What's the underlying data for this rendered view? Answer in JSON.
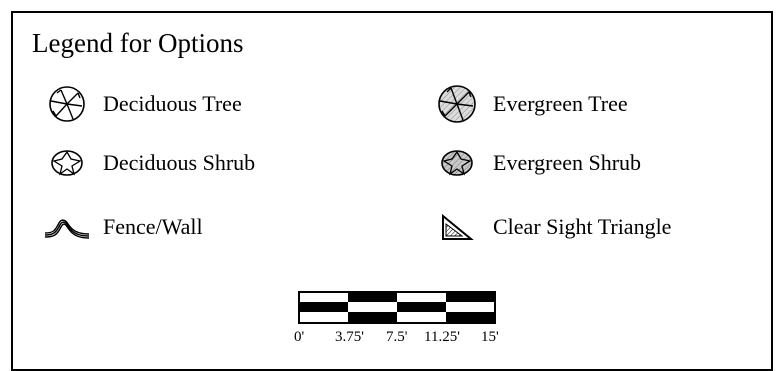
{
  "title": "Legend for Options",
  "legend_items": [
    {
      "label": "Deciduous Tree",
      "icon": "deciduous-tree-icon"
    },
    {
      "label": "Evergreen Tree",
      "icon": "evergreen-tree-icon"
    },
    {
      "label": "Deciduous Shrub",
      "icon": "deciduous-shrub-icon"
    },
    {
      "label": "Evergreen Shrub",
      "icon": "evergreen-shrub-icon"
    },
    {
      "label": "Fence/Wall",
      "icon": "fence-wall-icon"
    },
    {
      "label": "Clear Sight Triangle",
      "icon": "clear-sight-triangle-icon"
    }
  ],
  "scale_bar": {
    "ticks": [
      "0'",
      "3.75'",
      "7.5'",
      "11.25'",
      "15'"
    ]
  }
}
